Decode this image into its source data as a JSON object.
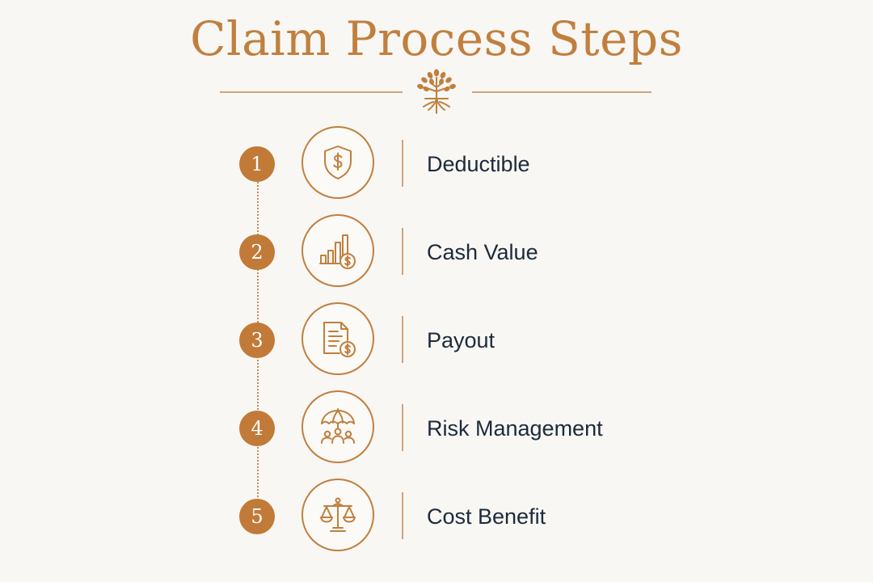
{
  "header": {
    "title": "Claim Process Steps",
    "emblem_icon": "tree-roots-icon"
  },
  "colors": {
    "accent": "#c17f3e",
    "badge": "#c17a37",
    "text": "#1d2a3a",
    "background": "#f8f7f4"
  },
  "steps": [
    {
      "number": "1",
      "label": "Deductible",
      "icon": "shield-dollar-icon"
    },
    {
      "number": "2",
      "label": "Cash Value",
      "icon": "bar-chart-coin-icon"
    },
    {
      "number": "3",
      "label": "Payout",
      "icon": "document-coin-icon"
    },
    {
      "number": "4",
      "label": "Risk Management",
      "icon": "umbrella-people-icon"
    },
    {
      "number": "5",
      "label": "Cost Benefit",
      "icon": "balance-scale-icon"
    }
  ]
}
